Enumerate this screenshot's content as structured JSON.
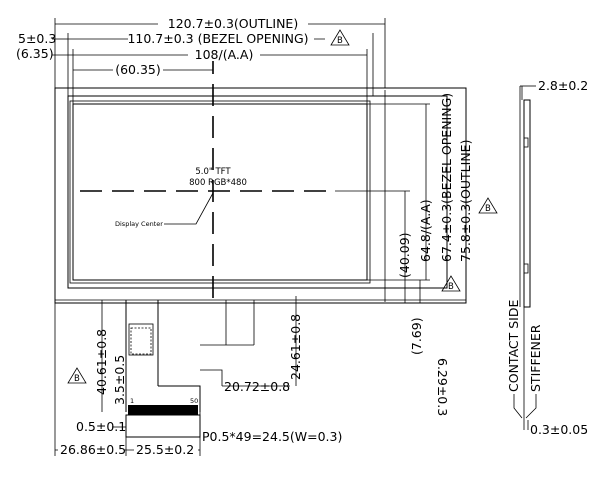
{
  "dimensions": {
    "outline_width": "120.7±0.3(OUTLINE)",
    "bezel_width": "110.7±0.3 (BEZEL OPENING)",
    "aa_width": "108/(A.A)",
    "left_offset": "5±0.3",
    "left_offset_ref": "(6.35)",
    "center_x": "(60.35)",
    "aa_height": "64.8/(A.A)",
    "bezel_height": "67.4±0.3(BEZEL OPENING)",
    "outline_height": "75.8±0.3(OUTLINE)",
    "center_y": "(40.09)",
    "bottom_offset_ref": "(7.69)",
    "bottom_offset": "6.29±0.3",
    "fpc_length_1": "24.61±0.8",
    "fpc_length_2": "40.61±0.8",
    "fpc_bend": "3.5±0.5",
    "fpc_offset": "20.72±0.8",
    "fpc_thickness": "0.5±0.1",
    "fpc_left": "26.86±0.5",
    "fpc_width": "25.5±0.2",
    "pitch": "P0.5*49=24.5(W=0.3)",
    "side_thickness": "2.8±0.2",
    "stiffener_thickness": "0.3±0.05"
  },
  "labels": {
    "display_type": "5.0\" TFT",
    "resolution": "800 RGB*480",
    "display_center": "Display Center",
    "contact_side": "CONTACT SIDE",
    "stiffener": "STIFFENER",
    "pin_count": "50",
    "pin_first": "1",
    "revision": "B"
  }
}
